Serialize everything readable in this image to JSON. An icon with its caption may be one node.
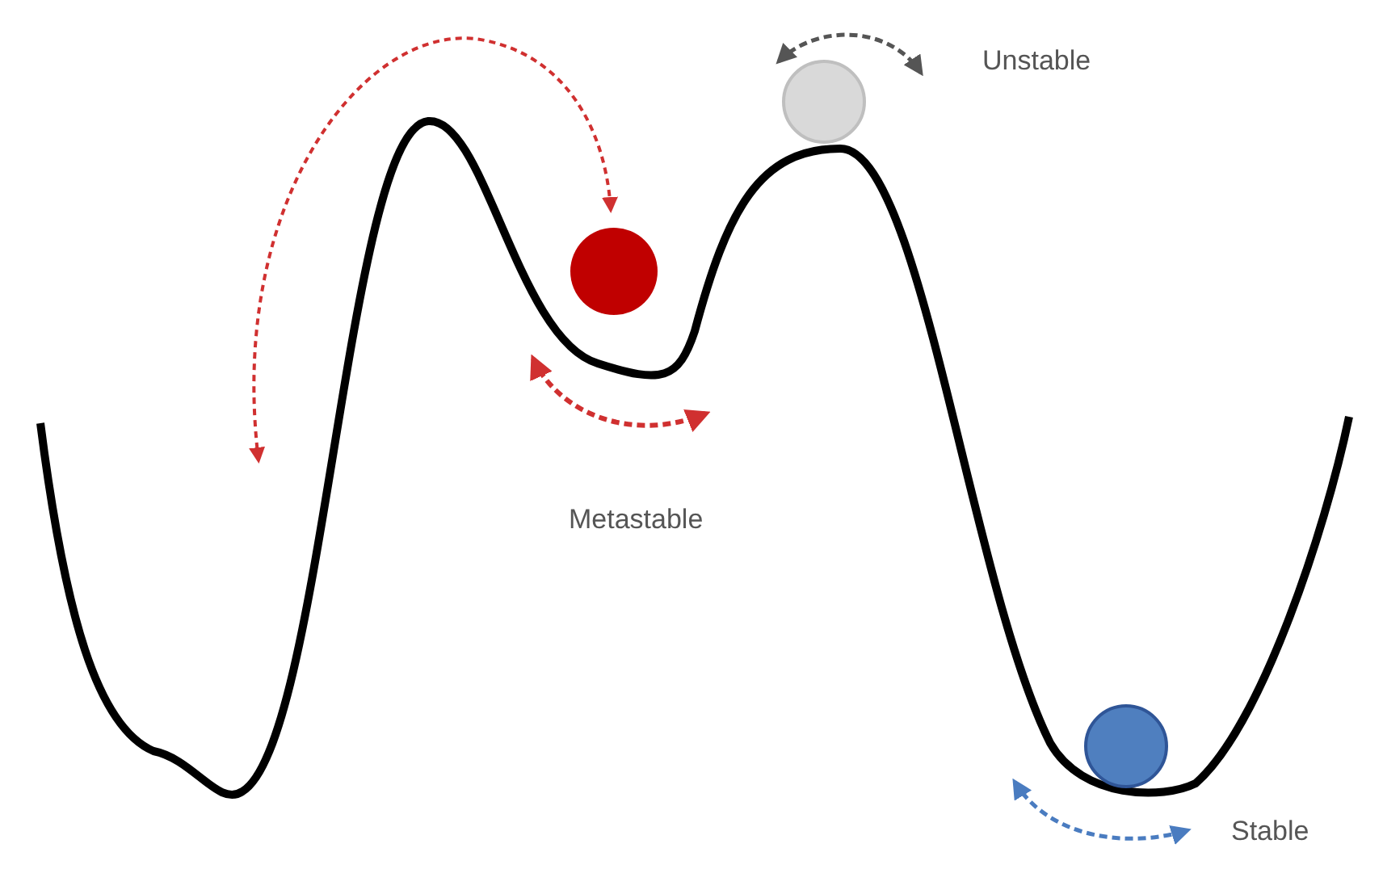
{
  "diagram": {
    "labels": [
      "Unstable",
      "Metastable",
      "Stable"
    ]
  }
}
